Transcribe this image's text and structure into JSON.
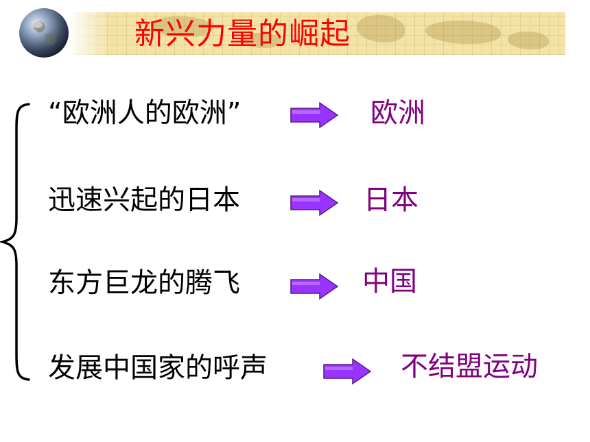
{
  "slide": {
    "title": "新兴力量的崛起",
    "colors": {
      "title": "#ff0000",
      "label": "#000000",
      "answer": "#800080",
      "arrow_fill": "#9933ff",
      "banner": "#f4e3a6"
    },
    "rows": [
      {
        "label": "“欧洲人的欧洲”",
        "answer": "欧洲"
      },
      {
        "label": "迅速兴起的日本",
        "answer": "日本"
      },
      {
        "label": "东方巨龙的腾飞",
        "answer": "中国"
      },
      {
        "label": "发展中国家的呼声",
        "answer": "不结盟运动"
      }
    ],
    "icons": {
      "globe": "globe-icon",
      "arrow": "right-arrow-icon",
      "brace": "left-curly-brace"
    }
  }
}
